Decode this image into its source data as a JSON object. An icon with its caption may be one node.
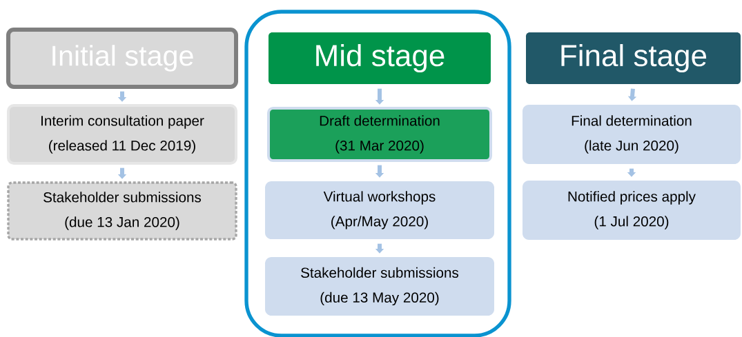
{
  "diagram": {
    "nodes": [
      {
        "text": [
          "Initial stage"
        ]
      },
      {
        "text": [
          "Interim consultation paper",
          "(released 11 Dec 2019)"
        ]
      },
      {
        "text": [
          "Stakeholder submissions",
          "(due 13 Jan 2020)"
        ]
      },
      {
        "text": [],
        "shape": "box"
      },
      {
        "text": [
          "Mid stage"
        ],
        "in": 3
      },
      {
        "text": [
          "Draft determination",
          "(31 Mar 2020)"
        ],
        "in": 3
      },
      {
        "text": [
          "Virtual workshops",
          "(Apr/May 2020)"
        ],
        "in": 3
      },
      {
        "text": [
          "Stakeholder submissions",
          "(due 13 May 2020)"
        ],
        "in": 3
      },
      {
        "text": [
          "Final stage"
        ]
      },
      {
        "text": [
          "Final determination",
          "(late Jun 2020)"
        ]
      },
      {
        "text": [
          "Notified prices apply",
          "(1 Jul 2020)"
        ]
      }
    ],
    "edges": [
      {
        "from": 0,
        "to": 1,
        "arrow": "to"
      },
      {
        "from": 1,
        "to": 2,
        "arrow": "to"
      },
      {
        "from": 4,
        "to": 5,
        "arrow": "to"
      },
      {
        "from": 5,
        "to": 6,
        "arrow": "to"
      },
      {
        "from": 6,
        "to": 7,
        "arrow": "to"
      },
      {
        "from": 8,
        "to": 9,
        "arrow": "to"
      },
      {
        "from": 9,
        "to": 10,
        "arrow": "to"
      }
    ]
  }
}
